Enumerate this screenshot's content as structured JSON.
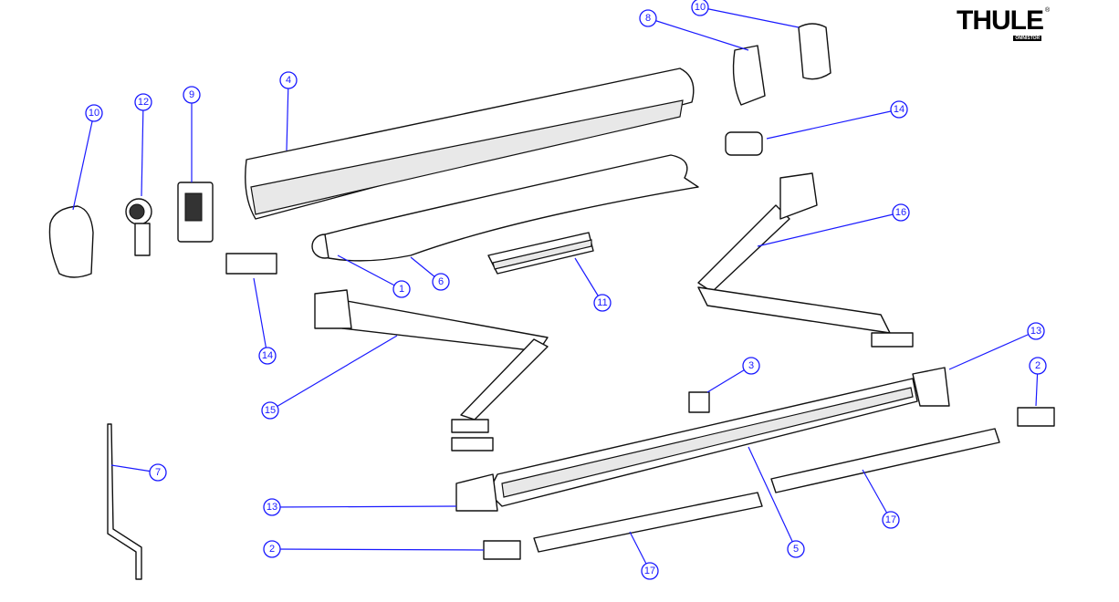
{
  "brand": {
    "name": "THULE",
    "sub": "OMNISTOR",
    "reg": "®"
  },
  "callouts": [
    {
      "id": "c10a",
      "label": "10"
    },
    {
      "id": "c12",
      "label": "12"
    },
    {
      "id": "c9",
      "label": "9"
    },
    {
      "id": "c4",
      "label": "4"
    },
    {
      "id": "c10b",
      "label": "10"
    },
    {
      "id": "c8",
      "label": "8"
    },
    {
      "id": "c14a",
      "label": "14"
    },
    {
      "id": "c16",
      "label": "16"
    },
    {
      "id": "c1",
      "label": "1"
    },
    {
      "id": "c6",
      "label": "6"
    },
    {
      "id": "c11",
      "label": "11"
    },
    {
      "id": "c14b",
      "label": "14"
    },
    {
      "id": "c15",
      "label": "15"
    },
    {
      "id": "c3",
      "label": "3"
    },
    {
      "id": "c13a",
      "label": "13"
    },
    {
      "id": "c2a",
      "label": "2"
    },
    {
      "id": "c7",
      "label": "7"
    },
    {
      "id": "c13b",
      "label": "13"
    },
    {
      "id": "c2b",
      "label": "2"
    },
    {
      "id": "c5",
      "label": "5"
    },
    {
      "id": "c17a",
      "label": "17"
    },
    {
      "id": "c17b",
      "label": "17"
    }
  ],
  "colors": {
    "callout": "#1a1aff",
    "line": "#111111"
  }
}
